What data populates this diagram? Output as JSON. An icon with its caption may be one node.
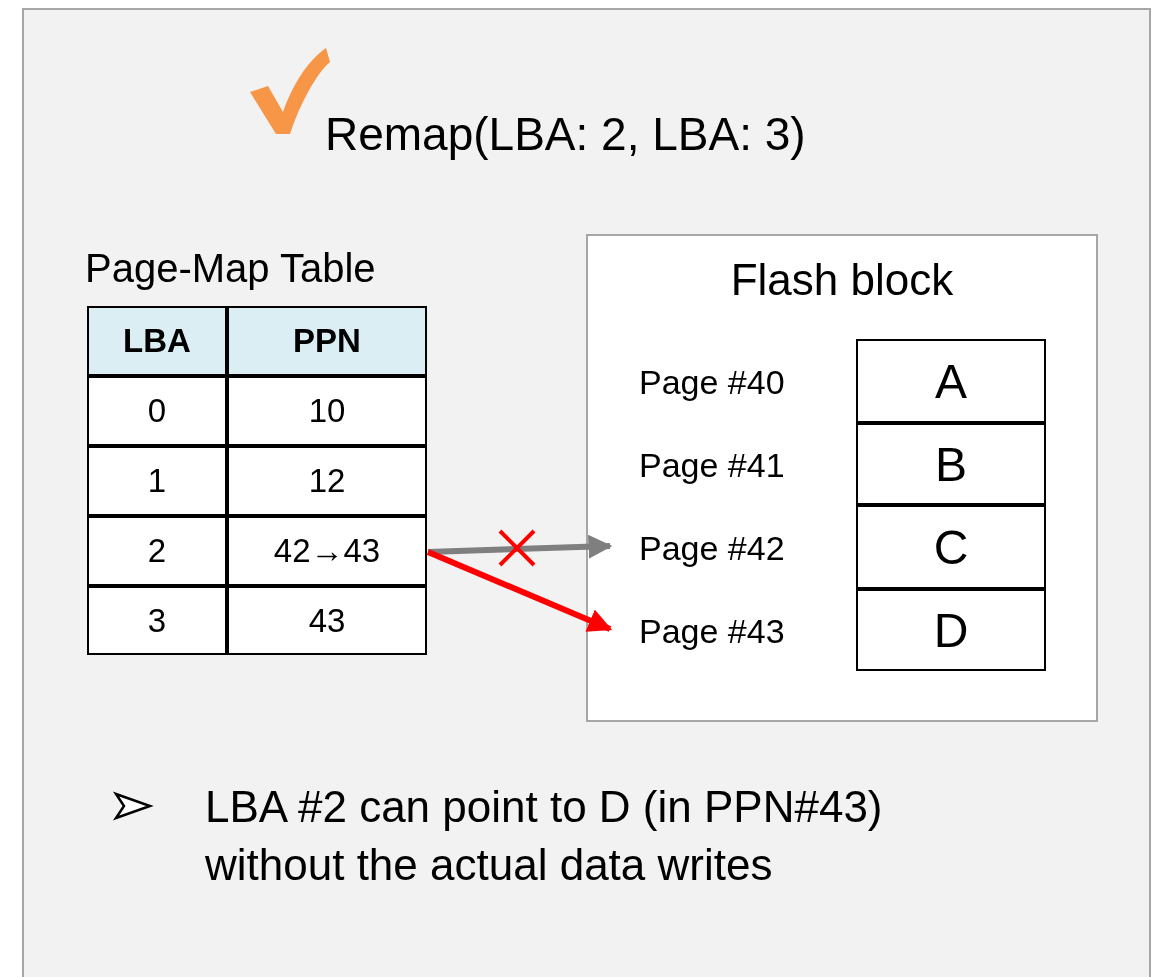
{
  "diagram": {
    "title": "Remap(LBA: 2, LBA: 3)",
    "nodes": [
      {
        "text": [
          "Page-Map Table"
        ]
      },
      {
        "text": [
          "LBA"
        ],
        "in": 0
      },
      {
        "text": [
          "PPN"
        ],
        "in": 0
      },
      {
        "text": [
          "0"
        ],
        "in": 0
      },
      {
        "text": [
          "10"
        ],
        "in": 0
      },
      {
        "text": [
          "1"
        ],
        "in": 0
      },
      {
        "text": [
          "12"
        ],
        "in": 0
      },
      {
        "text": [
          "2"
        ],
        "in": 0
      },
      {
        "text": [
          "42→43"
        ],
        "in": 0
      },
      {
        "text": [
          "3"
        ],
        "in": 0
      },
      {
        "text": [
          "43"
        ],
        "in": 0
      },
      {
        "text": [
          "Flash block"
        ]
      },
      {
        "text": [
          "Page #40"
        ],
        "in": 11
      },
      {
        "text": [
          "A"
        ],
        "in": 11
      },
      {
        "text": [
          "Page #41"
        ],
        "in": 11
      },
      {
        "text": [
          "B"
        ],
        "in": 11
      },
      {
        "text": [
          "Page #42"
        ],
        "in": 11
      },
      {
        "text": [
          "C"
        ],
        "in": 11
      },
      {
        "text": [
          "Page #43"
        ],
        "in": 11
      },
      {
        "text": [
          "D"
        ],
        "in": 11
      }
    ],
    "edges": [
      {
        "from": 8,
        "to": 16,
        "arrow": "to",
        "color": "#7f7f7f"
      },
      {
        "from": 8,
        "to": 18,
        "arrow": "to",
        "color": "#ff0000"
      }
    ],
    "labels": [
      "LBA #2 can point to D (in PPN#43) without the actual data writes"
    ]
  }
}
